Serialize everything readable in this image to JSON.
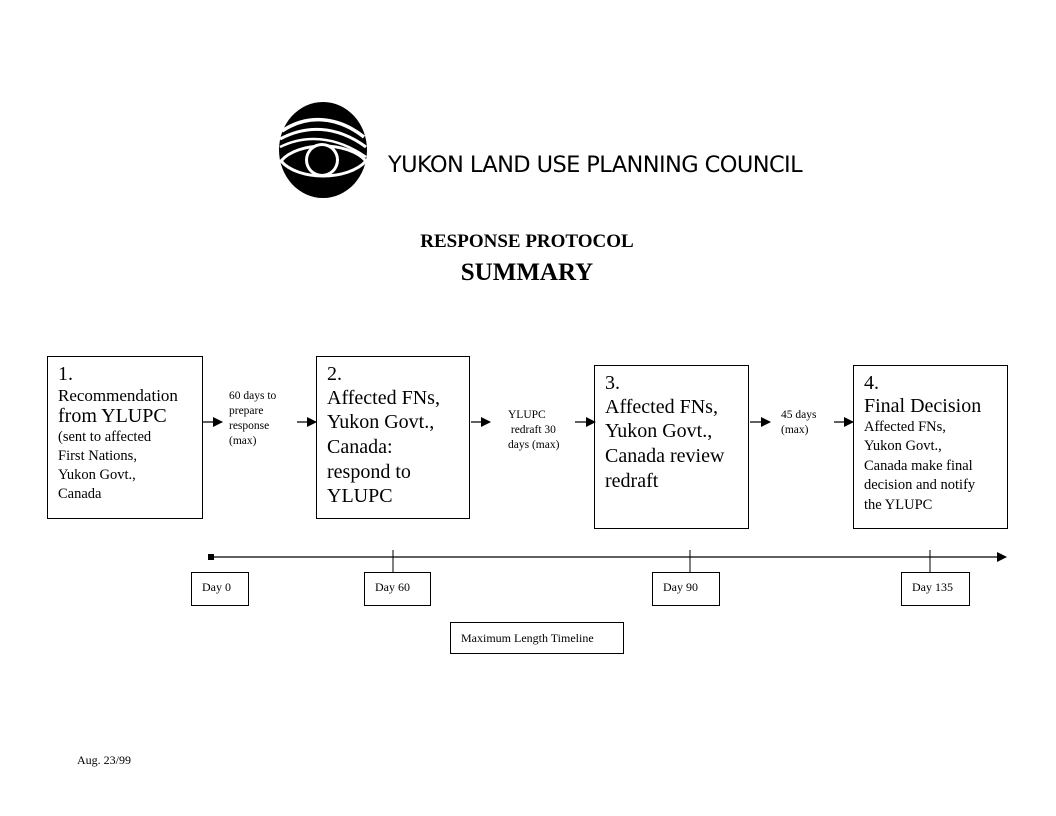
{
  "header": {
    "organization": "YUKON LAND USE PLANNING COUNCIL",
    "logo_icon": "eye-logo-icon",
    "title": "RESPONSE PROTOCOL",
    "subtitle": "SUMMARY"
  },
  "steps": [
    {
      "number": "1.",
      "heading_lines": [
        "Recommendation",
        "from YLUPC"
      ],
      "detail_lines": [
        "(sent to affected",
        "First Nations,",
        "Yukon Govt.,",
        "Canada"
      ]
    },
    {
      "number": "2.",
      "heading_lines": [
        "Affected FNs,",
        "Yukon Govt.,",
        "Canada:",
        "respond to",
        "YLUPC"
      ],
      "detail_lines": []
    },
    {
      "number": "3.",
      "heading_lines": [
        "Affected FNs,",
        "Yukon Govt.,",
        "Canada review",
        "redraft"
      ],
      "detail_lines": []
    },
    {
      "number": "4.",
      "heading_lines": [
        "Final Decision"
      ],
      "detail_lines": [
        "Affected FNs,",
        "Yukon Govt.,",
        "Canada make final",
        "decision and notify",
        "the YLUPC"
      ]
    }
  ],
  "transitions": [
    {
      "lines": [
        "60 days to",
        "prepare",
        "response",
        "(max)"
      ]
    },
    {
      "lines": [
        "YLUPC",
        " redraft 30",
        "days (max)"
      ]
    },
    {
      "lines": [
        "45 days",
        "(max)"
      ]
    }
  ],
  "timeline": {
    "markers": [
      {
        "label": "Day 0",
        "day": 0
      },
      {
        "label": "Day 60",
        "day": 60
      },
      {
        "label": "Day 90",
        "day": 90
      },
      {
        "label": "Day 135",
        "day": 135
      }
    ],
    "legend": "Maximum Length Timeline"
  },
  "footer": {
    "date": "Aug. 23/99"
  }
}
